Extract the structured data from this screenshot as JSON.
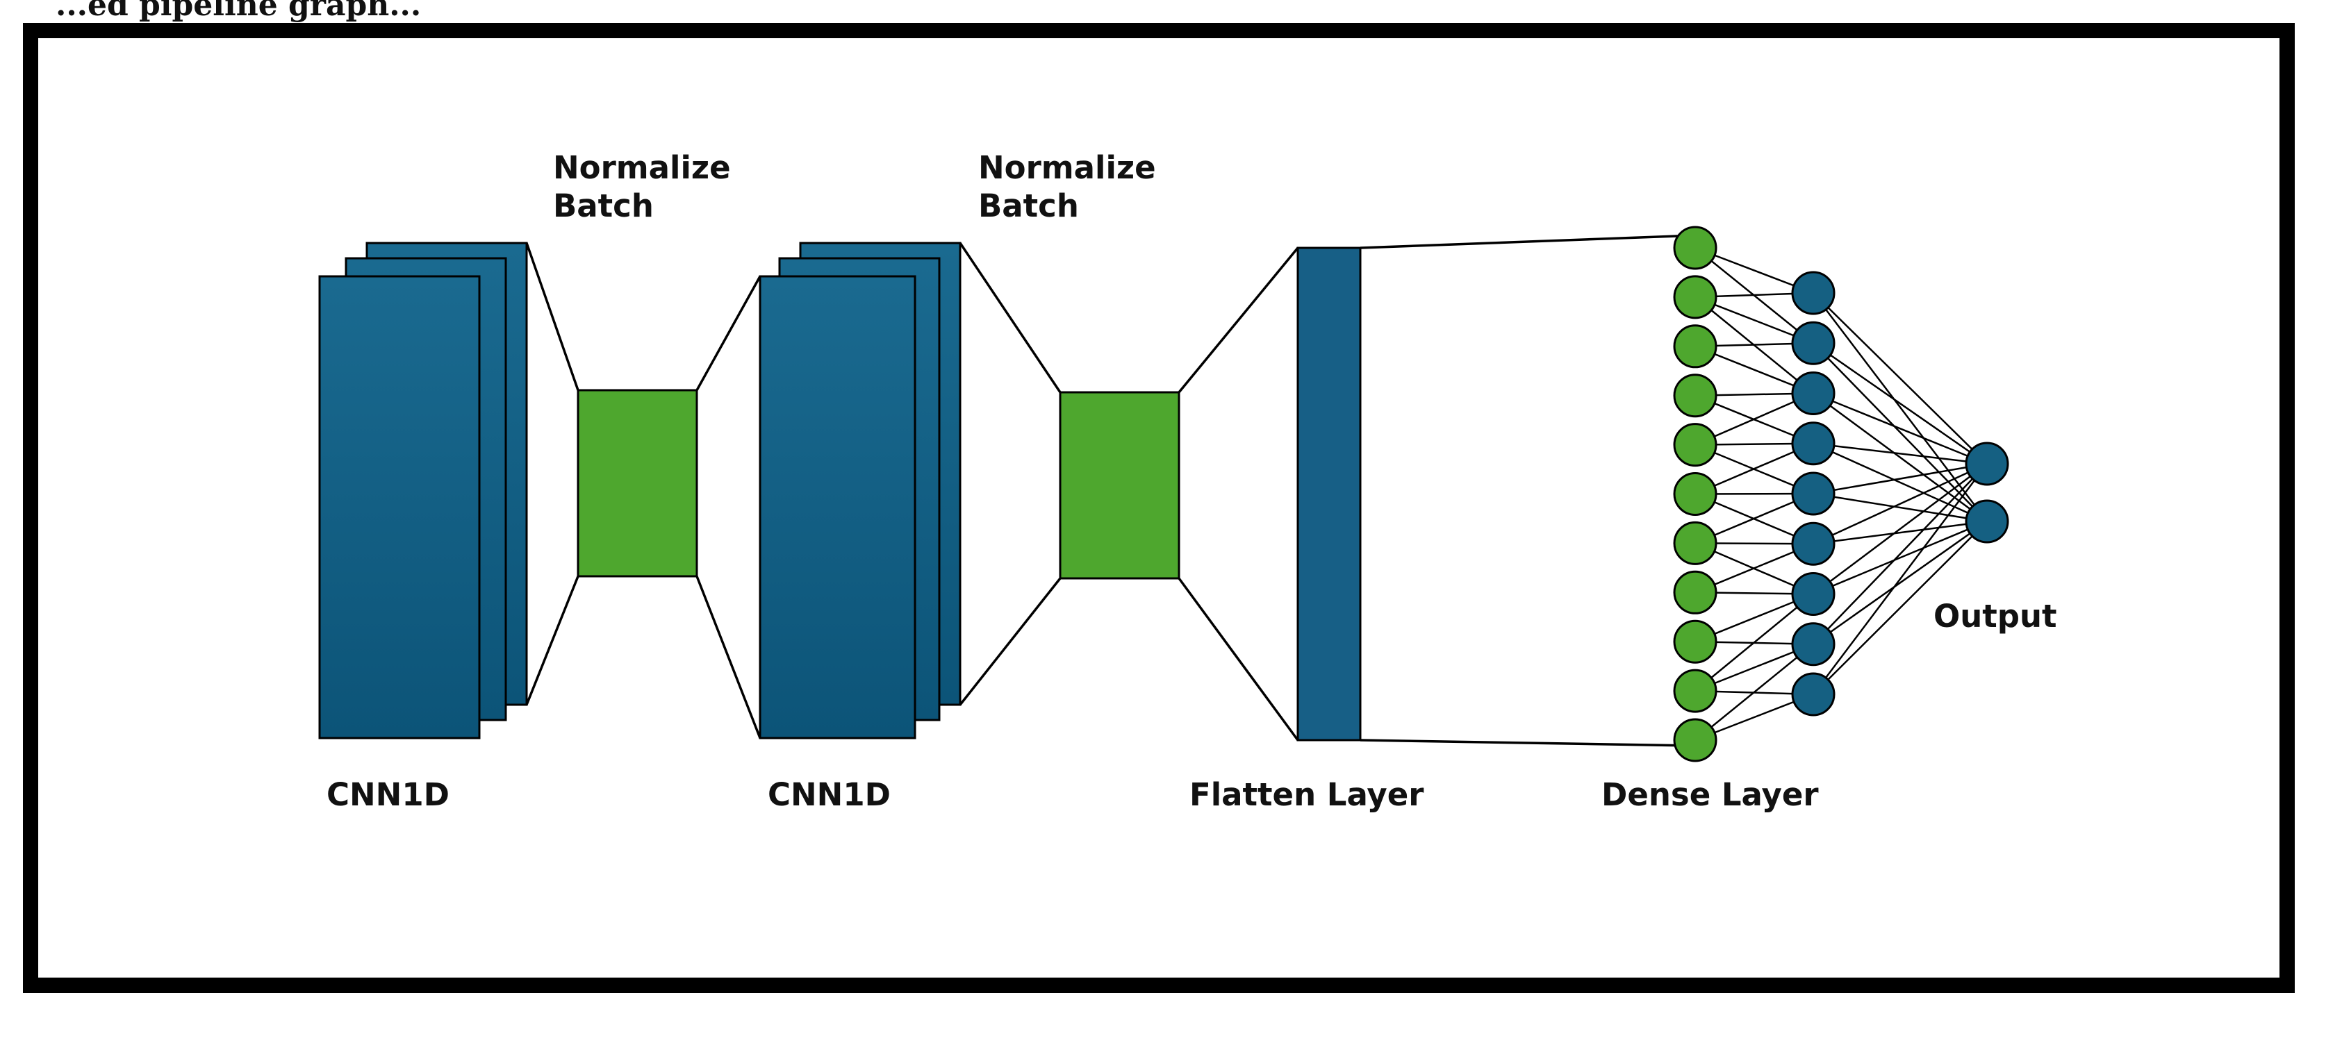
{
  "header_fragment": "...ed pipeline graph...",
  "labels": {
    "normalize_batch_1": [
      "Normalize",
      "Batch"
    ],
    "normalize_batch_2": [
      "Normalize",
      "Batch"
    ],
    "cnn1d_1": "CNN1D",
    "cnn1d_2": "CNN1D",
    "flatten_layer": "Flatten Layer",
    "dense_layer": "Dense Layer",
    "output": "Output"
  },
  "network": {
    "input_node_count": 11,
    "hidden_node_count": 9,
    "output_node_count": 2
  },
  "colors": {
    "cnn_block": "#0f5e84",
    "normalize_block": "#4ea72e",
    "flatten_bar": "#175f86",
    "input_node": "#4ea72e",
    "hidden_node": "#156082",
    "output_node": "#156082",
    "frame_border": "#000000",
    "text": "#111111"
  }
}
